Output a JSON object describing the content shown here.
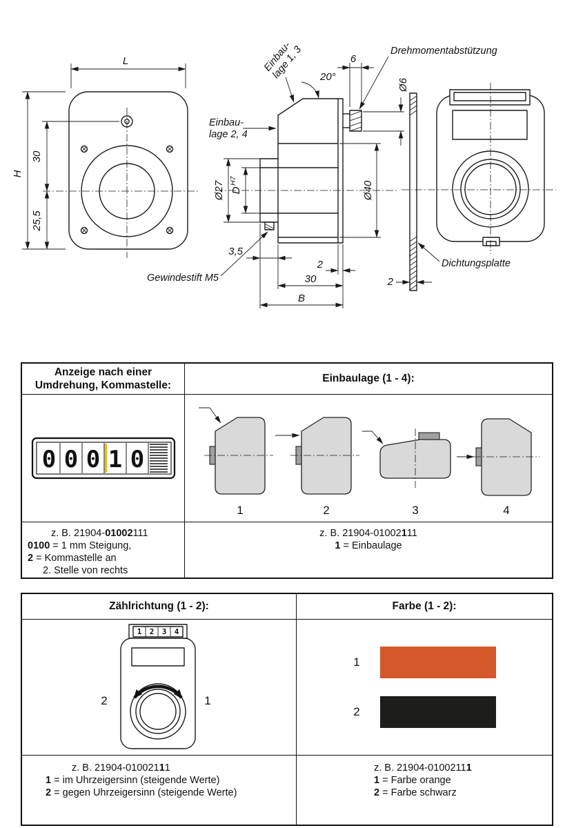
{
  "colors": {
    "orange": "#d4582a",
    "black": "#1d1d1b",
    "highlight_yellow": "#f5b800",
    "figure_gray": "#d9d9d9",
    "line": "#1a1a1a"
  },
  "drawing": {
    "front_view": {
      "L": "L",
      "H": "H",
      "dim_30": "30",
      "dim_25_5": "25,5"
    },
    "section_view": {
      "einbaulage13_line1": "Einbau-",
      "einbaulage13_line2": "lage 1, 3",
      "angle": "20°",
      "dim_6": "6",
      "drehmoment": "Drehmomentabstützung",
      "dia_6": "Ø6",
      "einbaulage24_line1": "Einbau-",
      "einbaulage24_line2": "lage 2, 4",
      "dia_27": "Ø27",
      "d_base": "D",
      "d_sup": "H7",
      "dia_40": "Ø40",
      "dim_3_5": "3,5",
      "gewindestift": "Gewindestift M5",
      "dim_2": "2",
      "dim_30": "30",
      "B": "B"
    },
    "side_view": {
      "dichtungsplatte": "Dichtungsplatte",
      "dim_2": "2"
    }
  },
  "table1": {
    "left": {
      "header_line1": "Anzeige nach einer",
      "header_line2": "Umdrehung, Kommastelle:",
      "counter_digits": [
        "0",
        "0",
        "0",
        "1",
        "0"
      ],
      "example": {
        "prefix": "z. B. 21904-",
        "bold": "01002",
        "suffix": "111"
      },
      "legend": [
        {
          "bold": "0100",
          "text": " = 1 mm Steigung,"
        },
        {
          "bold": "2",
          "text": " = Kommastelle an"
        },
        {
          "bold": "",
          "text": "2. Stelle von rechts"
        }
      ]
    },
    "right": {
      "header": "Einbaulage (1 - 4):",
      "figure_numbers": [
        "1",
        "2",
        "3",
        "4"
      ],
      "example": {
        "prefix": "z. B. 21904-01002",
        "bold": "1",
        "suffix": "11"
      },
      "legend": [
        {
          "bold": "1",
          "text": " = Einbaulage"
        }
      ]
    }
  },
  "table2": {
    "left": {
      "header": "Zählrichtung (1 - 2):",
      "display_digits": [
        "1",
        "2",
        "3",
        "4"
      ],
      "direction_labels": {
        "ccw": "2",
        "cw": "1"
      },
      "example": {
        "prefix": "z. B. 21904-010021",
        "bold": "1",
        "suffix": "1"
      },
      "legend": [
        {
          "bold": "1",
          "text": " = im Uhrzeigersinn (steigende Werte)"
        },
        {
          "bold": "2",
          "text": " = gegen Uhrzeigersinn (steigende Werte)"
        }
      ]
    },
    "right": {
      "header": "Farbe (1 - 2):",
      "swatches": [
        {
          "number": "1",
          "color": "#d4582a"
        },
        {
          "number": "2",
          "color": "#1d1d1b"
        }
      ],
      "example": {
        "prefix": "z. B. 21904-0100211",
        "bold": "1",
        "suffix": ""
      },
      "legend": [
        {
          "bold": "1",
          "text": " = Farbe orange"
        },
        {
          "bold": "2",
          "text": " = Farbe schwarz"
        }
      ]
    }
  }
}
